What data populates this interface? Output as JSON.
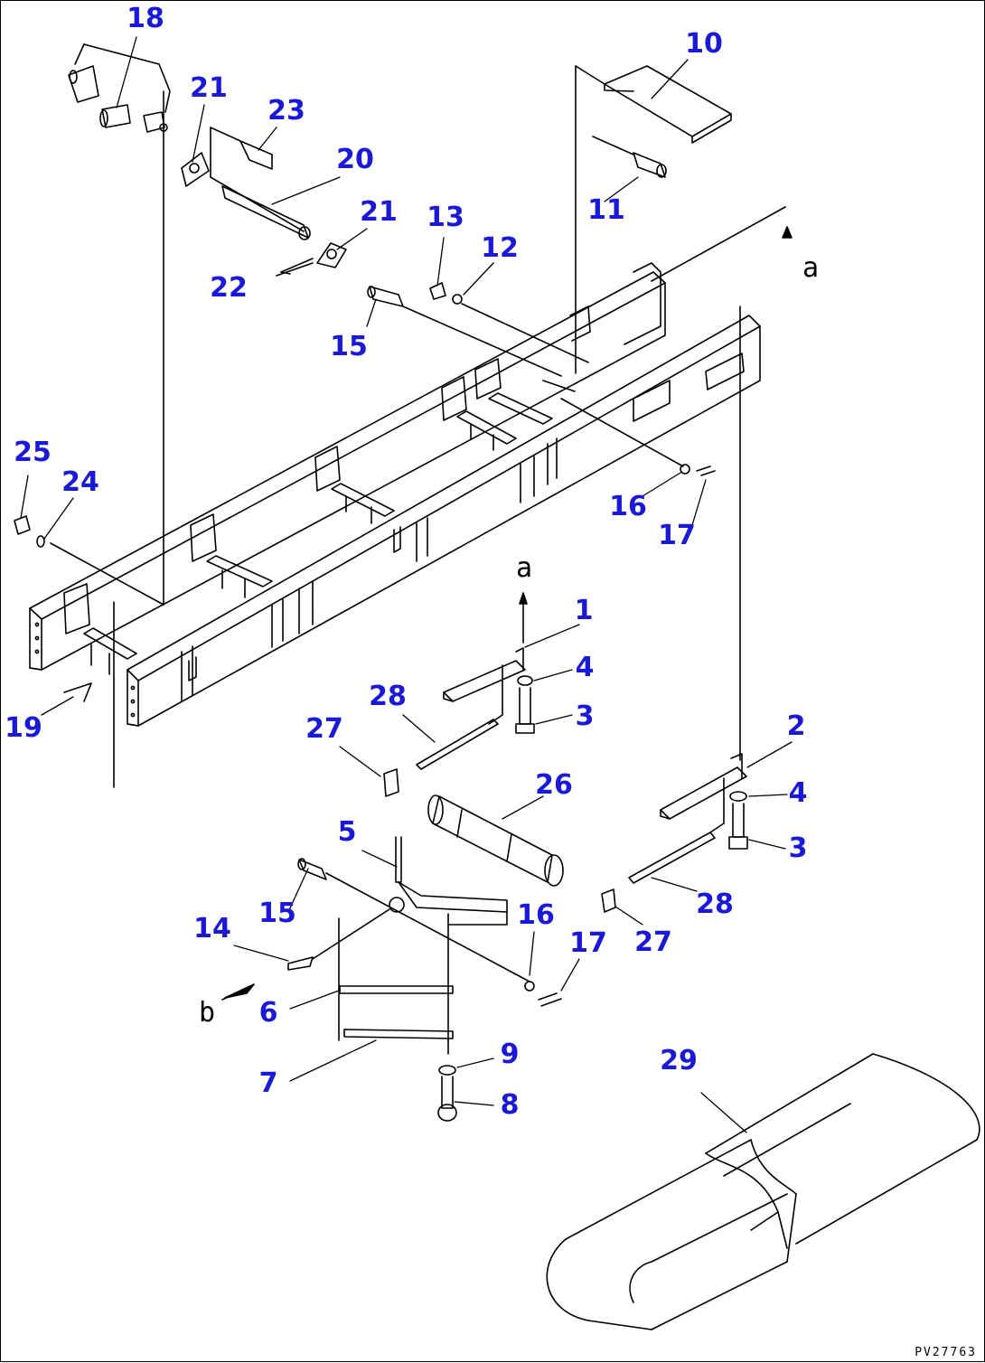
{
  "diagram": {
    "labels": [
      "18",
      "21",
      "23",
      "20",
      "21",
      "22",
      "10",
      "11",
      "13",
      "12",
      "15",
      "25",
      "24",
      "19",
      "16",
      "17",
      "1",
      "4",
      "3",
      "28",
      "27",
      "2",
      "4",
      "3",
      "26",
      "5",
      "15",
      "14",
      "16",
      "17",
      "27",
      "28",
      "6",
      "7",
      "9",
      "8",
      "29"
    ],
    "arrow_marks": [
      "a",
      "a",
      "b"
    ],
    "drawing_code": "PV27763"
  }
}
